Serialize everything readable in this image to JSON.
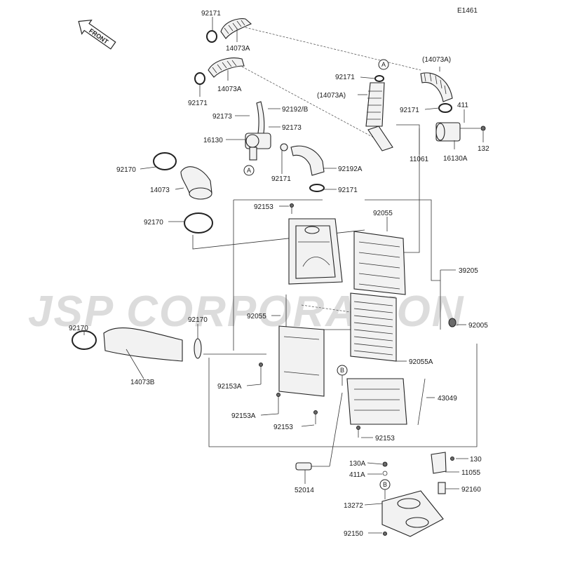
{
  "diagram": {
    "code": "E1461",
    "direction": "FRONT",
    "watermark": "JSP CORPORATION",
    "callouts": {
      "a": "A",
      "b": "B"
    },
    "labels": {
      "p92171_top": "92171",
      "p14073A_top": "14073A",
      "p14073A_2": "14073A",
      "p92171_2": "92171",
      "p14073A_paren_r": "(14073A)",
      "p92171_mid": "92171",
      "p14073A_paren_m": "(14073A)",
      "p92171_right": "92171",
      "p411_top": "411",
      "p92173_a": "92173",
      "p92192B": "92192/B",
      "p92173_b": "92173",
      "p16130": "16130",
      "p11061": "11061",
      "p16130A": "16130A",
      "p132": "132",
      "p92170_a": "92170",
      "p92171_c": "92171",
      "p92192A": "92192A",
      "p14073": "14073",
      "p92171_d": "92171",
      "p92153_top": "92153",
      "p92055_top": "92055",
      "p92170_b": "92170",
      "p39205": "39205",
      "p92055_mid": "92055",
      "p92170_c": "92170",
      "p92170_d": "92170",
      "p92005": "92005",
      "p92055A": "92055A",
      "p14073B": "14073B",
      "p92153A_a": "92153A",
      "p43049": "43049",
      "p92153A_b": "92153A",
      "p92153_b": "92153",
      "p92153_c": "92153",
      "p130A": "130A",
      "p130": "130",
      "p411A": "411A",
      "p11055": "11055",
      "p52014": "52014",
      "p92160": "92160",
      "p13272": "13272",
      "p92150": "92150"
    }
  }
}
